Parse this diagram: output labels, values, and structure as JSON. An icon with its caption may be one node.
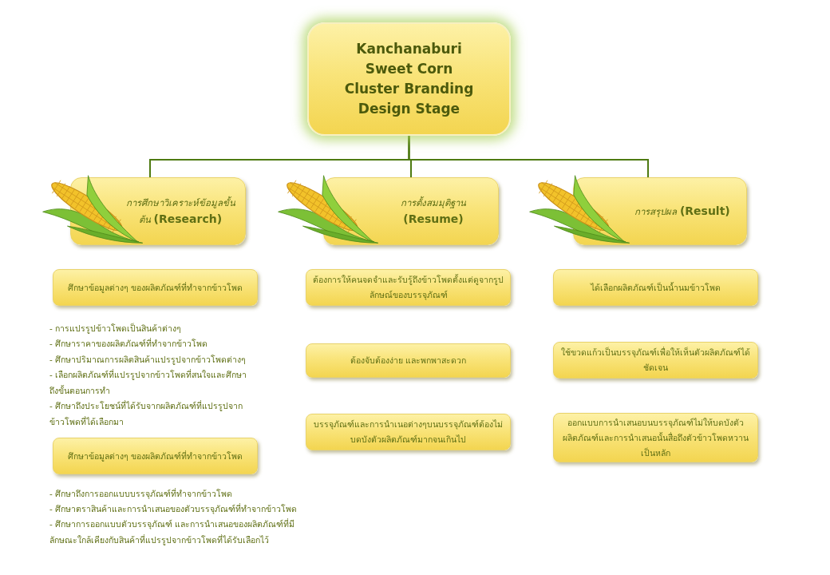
{
  "diagram": {
    "nodes": [
      {
        "text": [
          "Kanchanaburi Sweet Corn Cluster Branding Design Stage"
        ]
      },
      {
        "text": [
          "*การศึกษาวิเคราะห์ข้อมูลขั้นต้น* **(Research)**"
        ]
      },
      {
        "text": [
          "*การตั้งสมมุติฐาน* **(Resume)**"
        ]
      },
      {
        "text": [
          "*การสรุปผล* **(Result)**"
        ]
      },
      {
        "text": [
          "ศึกษาข้อมูลต่างๆ ของผลิตภัณฑ์ที่ทำจากข้าวโพด"
        ]
      },
      {
        "text": [
          "ศึกษาข้อมูลต่างๆ ของผลิตภัณฑ์ที่ทำจากข้าวโพด"
        ]
      },
      {
        "text": [
          "ต้องการให้คนจดจำและรับรู้ถึงข้าวโพดตั้งแต่ดูจากรูปลักษณ์ของบรรจุภัณฑ์"
        ]
      },
      {
        "text": [
          "ต้องจับต้องง่าย และพกพาสะดวก"
        ]
      },
      {
        "text": [
          "บรรจุภัณฑ์และการนำเนอต่างๆบนบรรจุภัณฑ์ต้องไม่บดบังตัวผลิตภัณฑ์มากจนเกินไป"
        ]
      },
      {
        "text": [
          "ได้เลือกผลิตภัณฑ์เป็นน้ำนมข้าวโพด"
        ]
      },
      {
        "text": [
          "ใช้ขวดแก้วเป็นบรรจุภัณฑ์เพื่อให้เห็นตัวผลิตภัณฑ์ได้ชัดเจน"
        ]
      },
      {
        "text": [
          "ออกแบบการนำเสนอบนบรรจุภัณฑ์ไม่ให้บดบังตัวผลิตภัณฑ์และการนำเสนอนั้นสื่อถึงตัวข้าวโพดหวานเป็นหลัก"
        ]
      }
    ],
    "edges": [
      {
        "from": 0,
        "to": 1,
        "arrow": "none"
      },
      {
        "from": 0,
        "to": 2,
        "arrow": "none"
      },
      {
        "from": 0,
        "to": 3,
        "arrow": "none"
      }
    ],
    "labels": [
      "- การแปรรูปข้าวโพดเป็นสินค้าต่างๆ",
      "- ศึกษาราคาของผลิตภัณฑ์ที่ทำจากข้าวโพด",
      "- ศึกษาปริมาณการผลิตสินค้าแปรรูปจากข้าวโพดต่างๆ",
      "- เลือกผลิตภัณฑ์ที่แปรรูปจากข้าวโพดที่สนใจและศึกษาถึงขั้นตอนการทำ",
      "- ศึกษาถึงประโยชน์ที่ได้รับจากผลิตภัณฑ์ที่แปรรูปจากข้าวโพดที่ได้เลือกมา",
      "- ศึกษาถึงการออกแบบบรรจุภัณฑ์ที่ทำจากข้าวโพด",
      "- ศึกษาตราสินค้าและการนำเสนอของตัวบรรจุภัณฑ์ที่ทำจากข้าวโพด",
      "- ศึกษาการออกแบบตัวบรรจุภัณฑ์ และการนำเสนอของผลิตภัณฑ์ที่มีลักษณะใกล้เคียงกับสินค้าที่แปรรูปจากข้าวโพดที่ได้รับเลือกไว้"
    ]
  }
}
